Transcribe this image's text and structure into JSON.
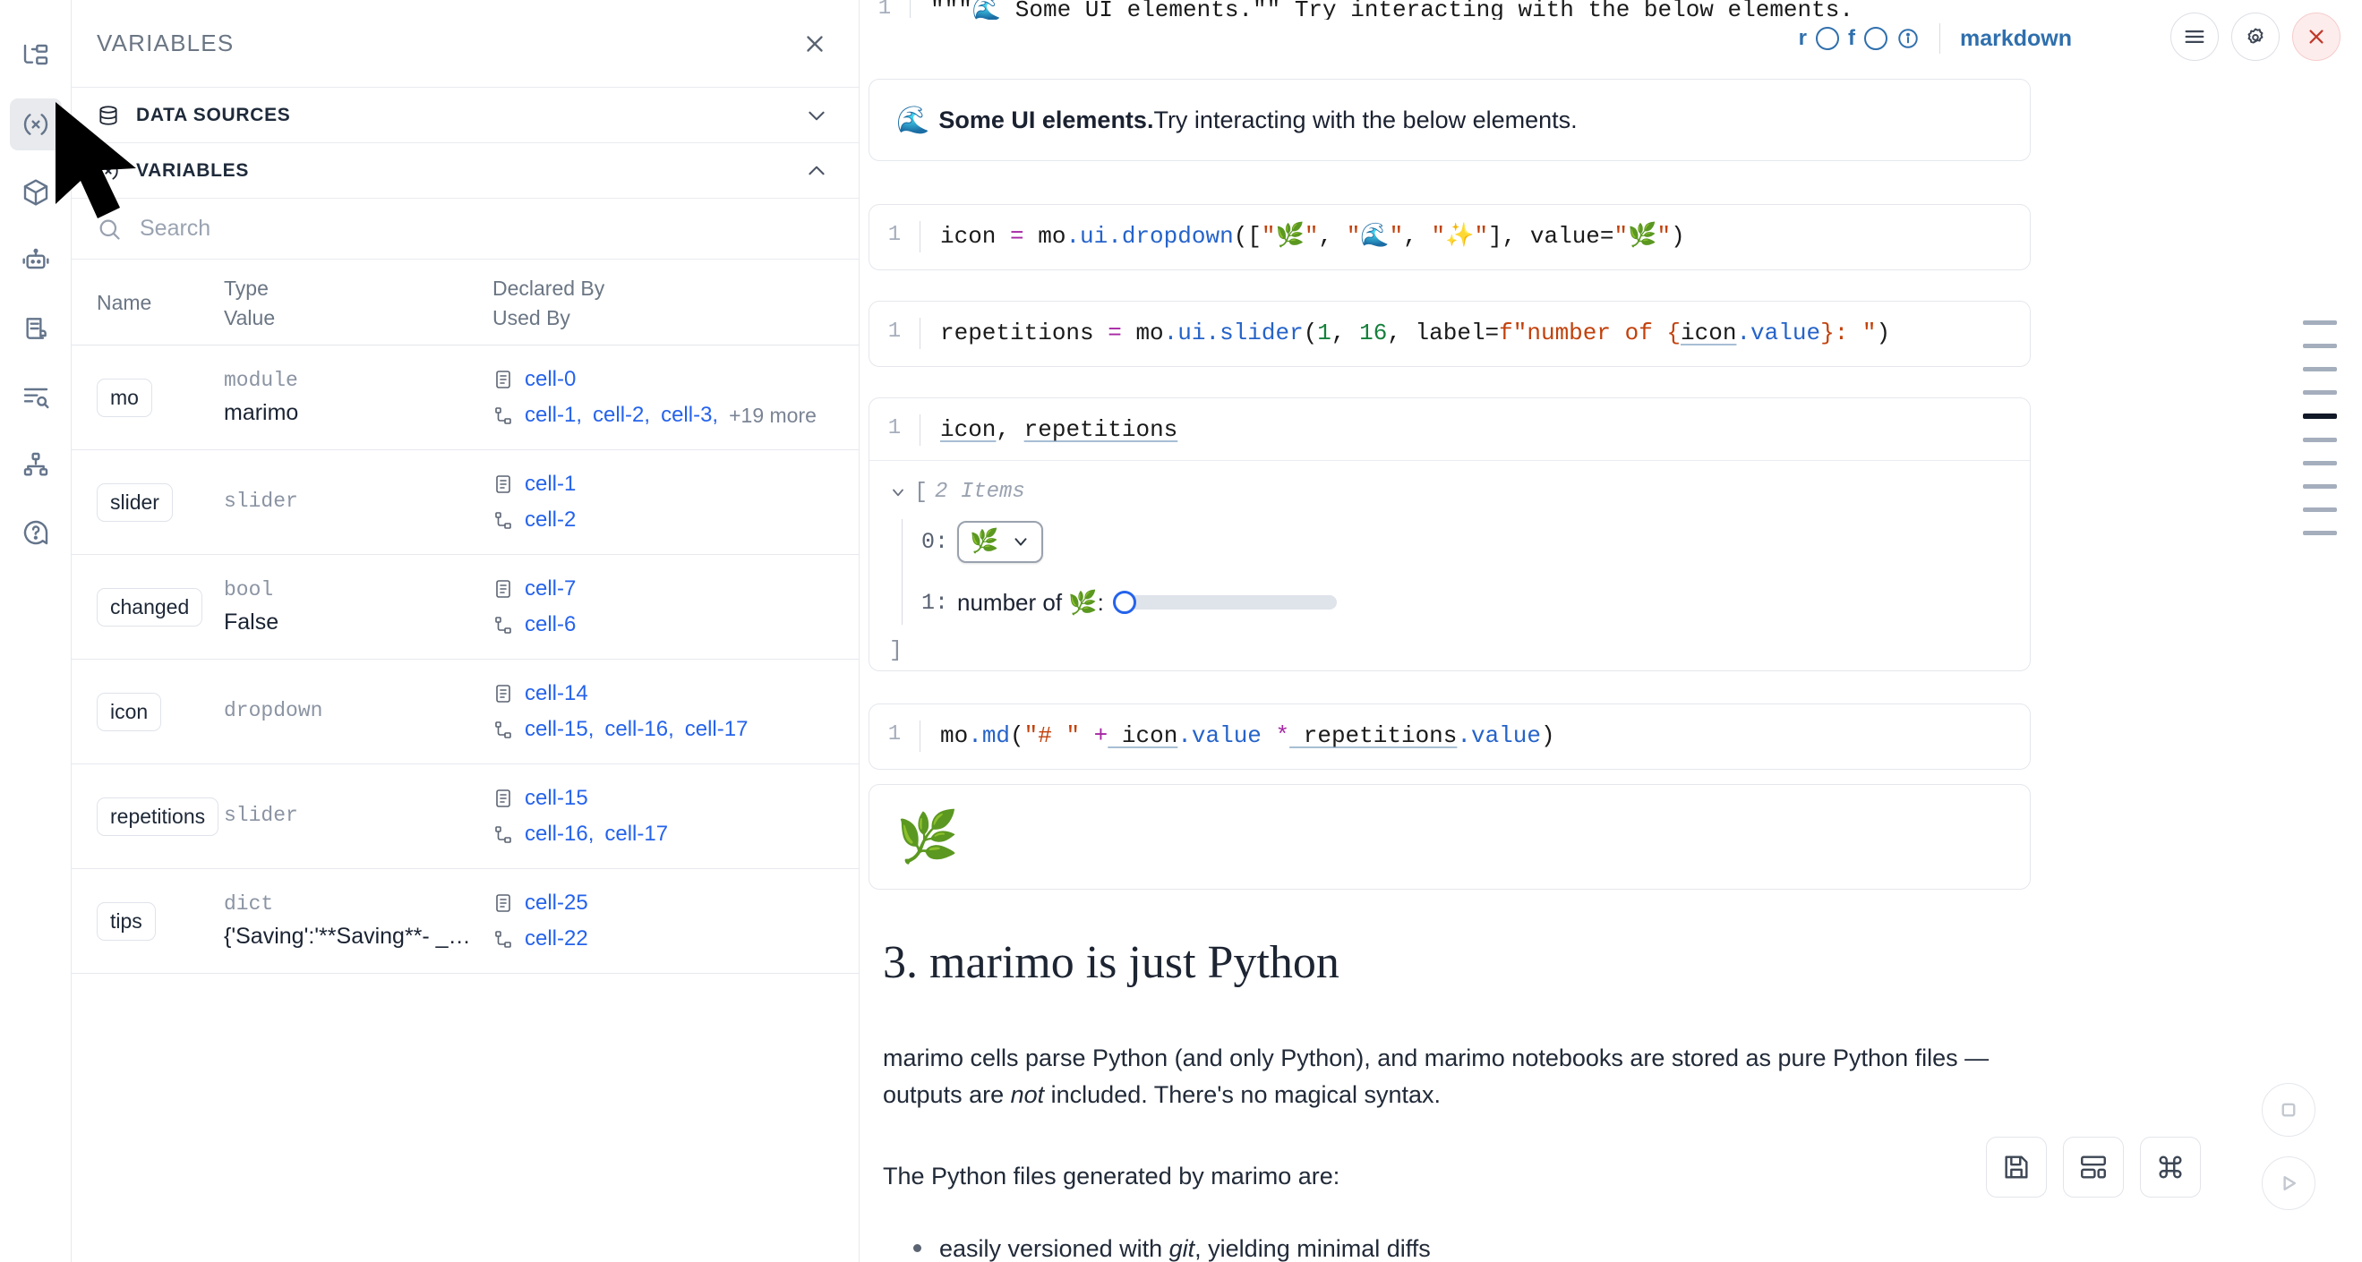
{
  "activity_bar": {
    "items": [
      {
        "name": "file-tree-icon",
        "label": "File Explorer"
      },
      {
        "name": "variables-icon",
        "label": "Variables",
        "active": true
      },
      {
        "name": "package-icon",
        "label": "Packages"
      },
      {
        "name": "robot-icon",
        "label": "Chat"
      },
      {
        "name": "document-icon",
        "label": "Documentation"
      },
      {
        "name": "outline-search-icon",
        "label": "Outline"
      },
      {
        "name": "dependency-graph-icon",
        "label": "Dependency Graph"
      },
      {
        "name": "help-circle-icon",
        "label": "Help"
      }
    ]
  },
  "panel": {
    "title": "VARIABLES",
    "close_label": "×",
    "sections": [
      {
        "label": "DATA SOURCES",
        "icon": "database-icon",
        "expanded": false,
        "chevron": "chevron-down"
      },
      {
        "label": "VARIABLES",
        "icon": "variables-icon",
        "expanded": true,
        "chevron": "chevron-up"
      }
    ],
    "search": {
      "placeholder": "Search",
      "value": ""
    },
    "table": {
      "headers": {
        "name": "Name",
        "type": "Type",
        "value": "Value",
        "declared_by": "Declared By",
        "used_by": "Used By"
      },
      "rows": [
        {
          "name": "mo",
          "type": "module",
          "value": "marimo",
          "declared_by": [
            "cell-0"
          ],
          "used_by": [
            "cell-1",
            "cell-2",
            "cell-3"
          ],
          "used_by_more": "+19 more"
        },
        {
          "name": "slider",
          "type": "slider",
          "value": "",
          "declared_by": [
            "cell-1"
          ],
          "used_by": [
            "cell-2"
          ],
          "used_by_more": ""
        },
        {
          "name": "changed",
          "type": "bool",
          "value": "False",
          "declared_by": [
            "cell-7"
          ],
          "used_by": [
            "cell-6"
          ],
          "used_by_more": ""
        },
        {
          "name": "icon",
          "type": "dropdown",
          "value": "",
          "declared_by": [
            "cell-14"
          ],
          "used_by": [
            "cell-15",
            "cell-16",
            "cell-17"
          ],
          "used_by_more": ""
        },
        {
          "name": "repetitions",
          "type": "slider",
          "value": "",
          "declared_by": [
            "cell-15"
          ],
          "used_by": [
            "cell-16",
            "cell-17"
          ],
          "used_by_more": ""
        },
        {
          "name": "tips",
          "type": "dict",
          "value": "{'Saving':'**Saving**- _Na…",
          "declared_by": [
            "cell-25"
          ],
          "used_by": [
            "cell-22"
          ],
          "used_by_more": ""
        }
      ]
    }
  },
  "notebook": {
    "top_partial_code": "\"\"\"🌊 Some UI elements.\"\" Try interacting with the below elements.",
    "toolbar": {
      "r_label": "r",
      "f_label": "f",
      "info_icon": "info-circle-icon",
      "language": "markdown"
    },
    "cell_actions": [
      {
        "name": "cell-menu-button",
        "icon": "hamburger-icon"
      },
      {
        "name": "cell-settings-button",
        "icon": "gear-icon"
      },
      {
        "name": "cell-delete-button",
        "icon": "close-x-icon"
      }
    ],
    "markdown_output": {
      "emoji": "🌊",
      "strong_text": "Some UI elements.",
      "rest_text": " Try interacting with the below elements."
    },
    "cells": [
      {
        "line_number": "1",
        "name": "dropdown-cell",
        "code_parts": [
          {
            "t": "icon ",
            "c": "def"
          },
          {
            "t": "=",
            "c": "op"
          },
          {
            "t": " mo",
            "c": "def"
          },
          {
            "t": ".ui",
            "c": "attr"
          },
          {
            "t": ".dropdown",
            "c": "attr"
          },
          {
            "t": "([",
            "c": "def"
          },
          {
            "t": "\"🌿\"",
            "c": "str"
          },
          {
            "t": ", ",
            "c": "def"
          },
          {
            "t": "\"🌊\"",
            "c": "str"
          },
          {
            "t": ", ",
            "c": "def"
          },
          {
            "t": "\"✨\"",
            "c": "str"
          },
          {
            "t": "], value=",
            "c": "def"
          },
          {
            "t": "\"🌿\"",
            "c": "str"
          },
          {
            "t": ")",
            "c": "def"
          }
        ]
      },
      {
        "line_number": "1",
        "name": "slider-cell",
        "code_parts": [
          {
            "t": "repetitions ",
            "c": "def"
          },
          {
            "t": "=",
            "c": "op"
          },
          {
            "t": " mo",
            "c": "def"
          },
          {
            "t": ".ui",
            "c": "attr"
          },
          {
            "t": ".slider",
            "c": "attr"
          },
          {
            "t": "(",
            "c": "def"
          },
          {
            "t": "1",
            "c": "num"
          },
          {
            "t": ", ",
            "c": "def"
          },
          {
            "t": "16",
            "c": "num"
          },
          {
            "t": ", label=",
            "c": "def"
          },
          {
            "t": "f\"number of {",
            "c": "str"
          },
          {
            "t": "icon",
            "c": "def"
          },
          {
            "t": ".value",
            "c": "attr"
          },
          {
            "t": "}: \"",
            "c": "str"
          },
          {
            "t": ")",
            "c": "def"
          }
        ]
      },
      {
        "line_number": "1",
        "name": "display-cell",
        "code_parts": [
          {
            "t": "icon",
            "c": "def"
          },
          {
            "t": ", ",
            "c": "def"
          },
          {
            "t": "repetitions",
            "c": "def"
          }
        ]
      },
      {
        "line_number": "1",
        "name": "md-cell",
        "code_parts": [
          {
            "t": "mo",
            "c": "def"
          },
          {
            "t": ".md",
            "c": "attr"
          },
          {
            "t": "(",
            "c": "def"
          },
          {
            "t": "\"# \"",
            "c": "str"
          },
          {
            "t": " ",
            "c": "def"
          },
          {
            "t": "+",
            "c": "op"
          },
          {
            "t": " icon",
            "c": "def"
          },
          {
            "t": ".value",
            "c": "attr"
          },
          {
            "t": " ",
            "c": "def"
          },
          {
            "t": "*",
            "c": "op"
          },
          {
            "t": " repetitions",
            "c": "def"
          },
          {
            "t": ".value",
            "c": "attr"
          },
          {
            "t": ")",
            "c": "def"
          }
        ]
      }
    ],
    "list_output": {
      "bracket_open": "[",
      "items_label": "2 Items",
      "bracket_close": "]",
      "rows": [
        {
          "index": "0:",
          "kind": "dropdown",
          "value": "🌿"
        },
        {
          "index": "1:",
          "kind": "slider",
          "label": "number of 🌿:",
          "value": 1,
          "min": 1,
          "max": 16
        }
      ]
    },
    "md_big_output": {
      "leaf": "🌿"
    },
    "section": {
      "heading": "3. marimo is just Python",
      "paragraph_1_a": "marimo cells parse Python (and only Python), and marimo notebooks are stored as pure Python files — outputs are ",
      "paragraph_1_italic": "not",
      "paragraph_1_b": " included. There's no magical syntax.",
      "paragraph_2": "The Python files generated by marimo are:",
      "bullets": [
        {
          "text_a": "easily versioned with ",
          "italic": "git",
          "text_b": ", yielding minimal diffs"
        }
      ]
    }
  },
  "bottom_toolbar": {
    "buttons": [
      {
        "name": "save-button",
        "icon": "save-icon"
      },
      {
        "name": "layout-button",
        "icon": "layout-icon"
      },
      {
        "name": "command-palette-button",
        "icon": "command-icon"
      }
    ],
    "right_circles": [
      {
        "name": "stop-button",
        "icon": "stop-square-icon"
      },
      {
        "name": "run-button",
        "icon": "play-triangle-icon"
      }
    ]
  },
  "minimap": {
    "bars": [
      {
        "active": false
      },
      {
        "active": false
      },
      {
        "active": false
      },
      {
        "active": false
      },
      {
        "active": true
      },
      {
        "active": false
      },
      {
        "active": false
      },
      {
        "active": false
      },
      {
        "active": false
      },
      {
        "active": false
      }
    ]
  },
  "colors": {
    "accent_blue": "#2563eb",
    "link_blue": "#2f6fad",
    "danger_red": "#c0392b",
    "text_dark": "#1a2332",
    "muted": "#8b94a3",
    "border": "#e4e7ec"
  }
}
